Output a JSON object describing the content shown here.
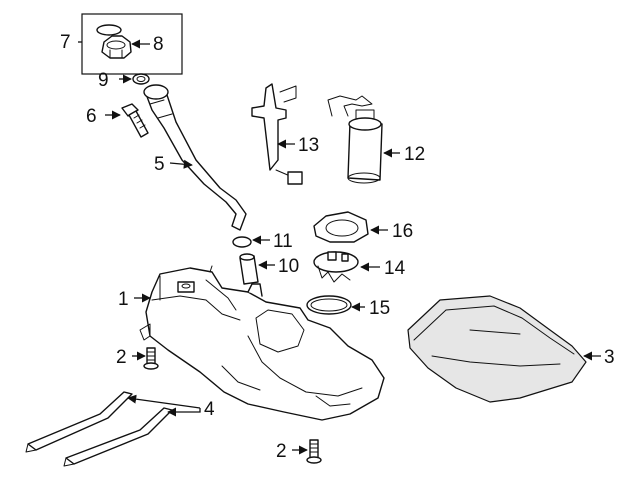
{
  "diagram": {
    "callouts": {
      "c1": "1",
      "c2a": "2",
      "c2b": "2",
      "c3": "3",
      "c4": "4",
      "c5": "5",
      "c6": "6",
      "c7": "7",
      "c8": "8",
      "c9": "9",
      "c10": "10",
      "c11": "11",
      "c12": "12",
      "c13": "13",
      "c14": "14",
      "c15": "15",
      "c16": "16"
    }
  }
}
